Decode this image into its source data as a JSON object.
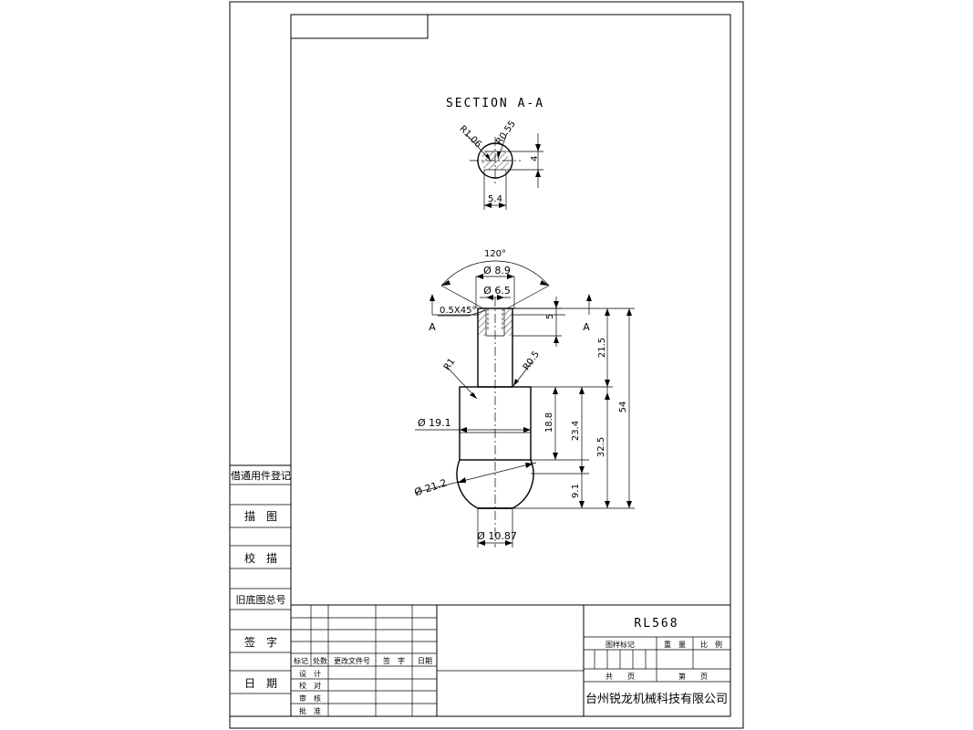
{
  "section_title": "SECTION A-A",
  "section_dims": {
    "r1": "R1.06",
    "r2": "R0.55",
    "height": "4",
    "width": "5.4"
  },
  "main_dims": {
    "angle": "120°",
    "dia_89": "Ø 8.9",
    "dia_65": "Ø 6.5",
    "chamfer": "0.5X45°",
    "depth_5": "5",
    "cut_a_left": "A",
    "cut_a_right": "A",
    "r_1": "R1",
    "r_05": "R0.5",
    "dia_191": "Ø 19.1",
    "dia_212": "Ø 21.2",
    "dia_1087": "Ø 10.87",
    "h_215": "21.5",
    "h_54": "54",
    "h_188": "18.8",
    "h_234": "23.4",
    "h_325": "32.5",
    "h_91": "9.1"
  },
  "left_panel": {
    "registry": "借通用件登记",
    "trace": "描　图",
    "proof": "校　描",
    "old_no": "旧底图总号",
    "sign": "签　字",
    "date": "日　期"
  },
  "title_block": {
    "part_no": "RL568",
    "col_mark": "标记",
    "col_qty": "处数",
    "col_doc": "更改文件号",
    "col_sign": "签　字",
    "col_date": "日期",
    "row_design": "设　计",
    "row_check": "校　对",
    "row_review": "审　核",
    "row_approve": "批　准",
    "stage_mark": "图样标记",
    "weight": "重　量",
    "scale": "比　例",
    "total": "共　　页",
    "sheet": "第　　页",
    "company": "台州锐龙机械科技有限公司"
  }
}
